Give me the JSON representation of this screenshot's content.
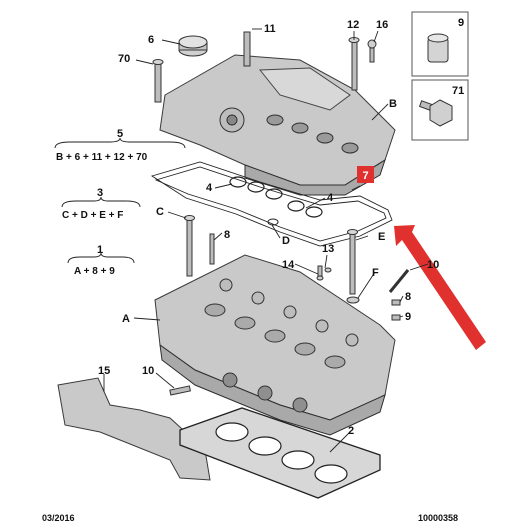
{
  "labels": {
    "l1": "1",
    "l2": "2",
    "l3": "3",
    "l4a": "4",
    "l4b": "4",
    "l5": "5",
    "l6": "6",
    "l7": "7",
    "l8a": "8",
    "l8b": "8",
    "l9a": "9",
    "l9b": "9",
    "l10a": "10",
    "l10b": "10",
    "l11": "11",
    "l12": "12",
    "l13": "13",
    "l14": "14",
    "l15": "15",
    "l16": "16",
    "l70": "70",
    "l71": "71",
    "lA": "A",
    "lB": "B",
    "lC": "C",
    "lD": "D",
    "lE": "E",
    "lF": "F"
  },
  "formulas": {
    "f5": "B + 6 + 11 + 12 + 70",
    "f3": "C + D + E + F",
    "f1": "A + 8 + 9"
  },
  "footer": {
    "date": "03/2016",
    "ref": "10000358"
  },
  "colors": {
    "highlight_badge": "#e0312f",
    "arrow": "#e0312f",
    "part_fill": "#c9c9c9"
  }
}
